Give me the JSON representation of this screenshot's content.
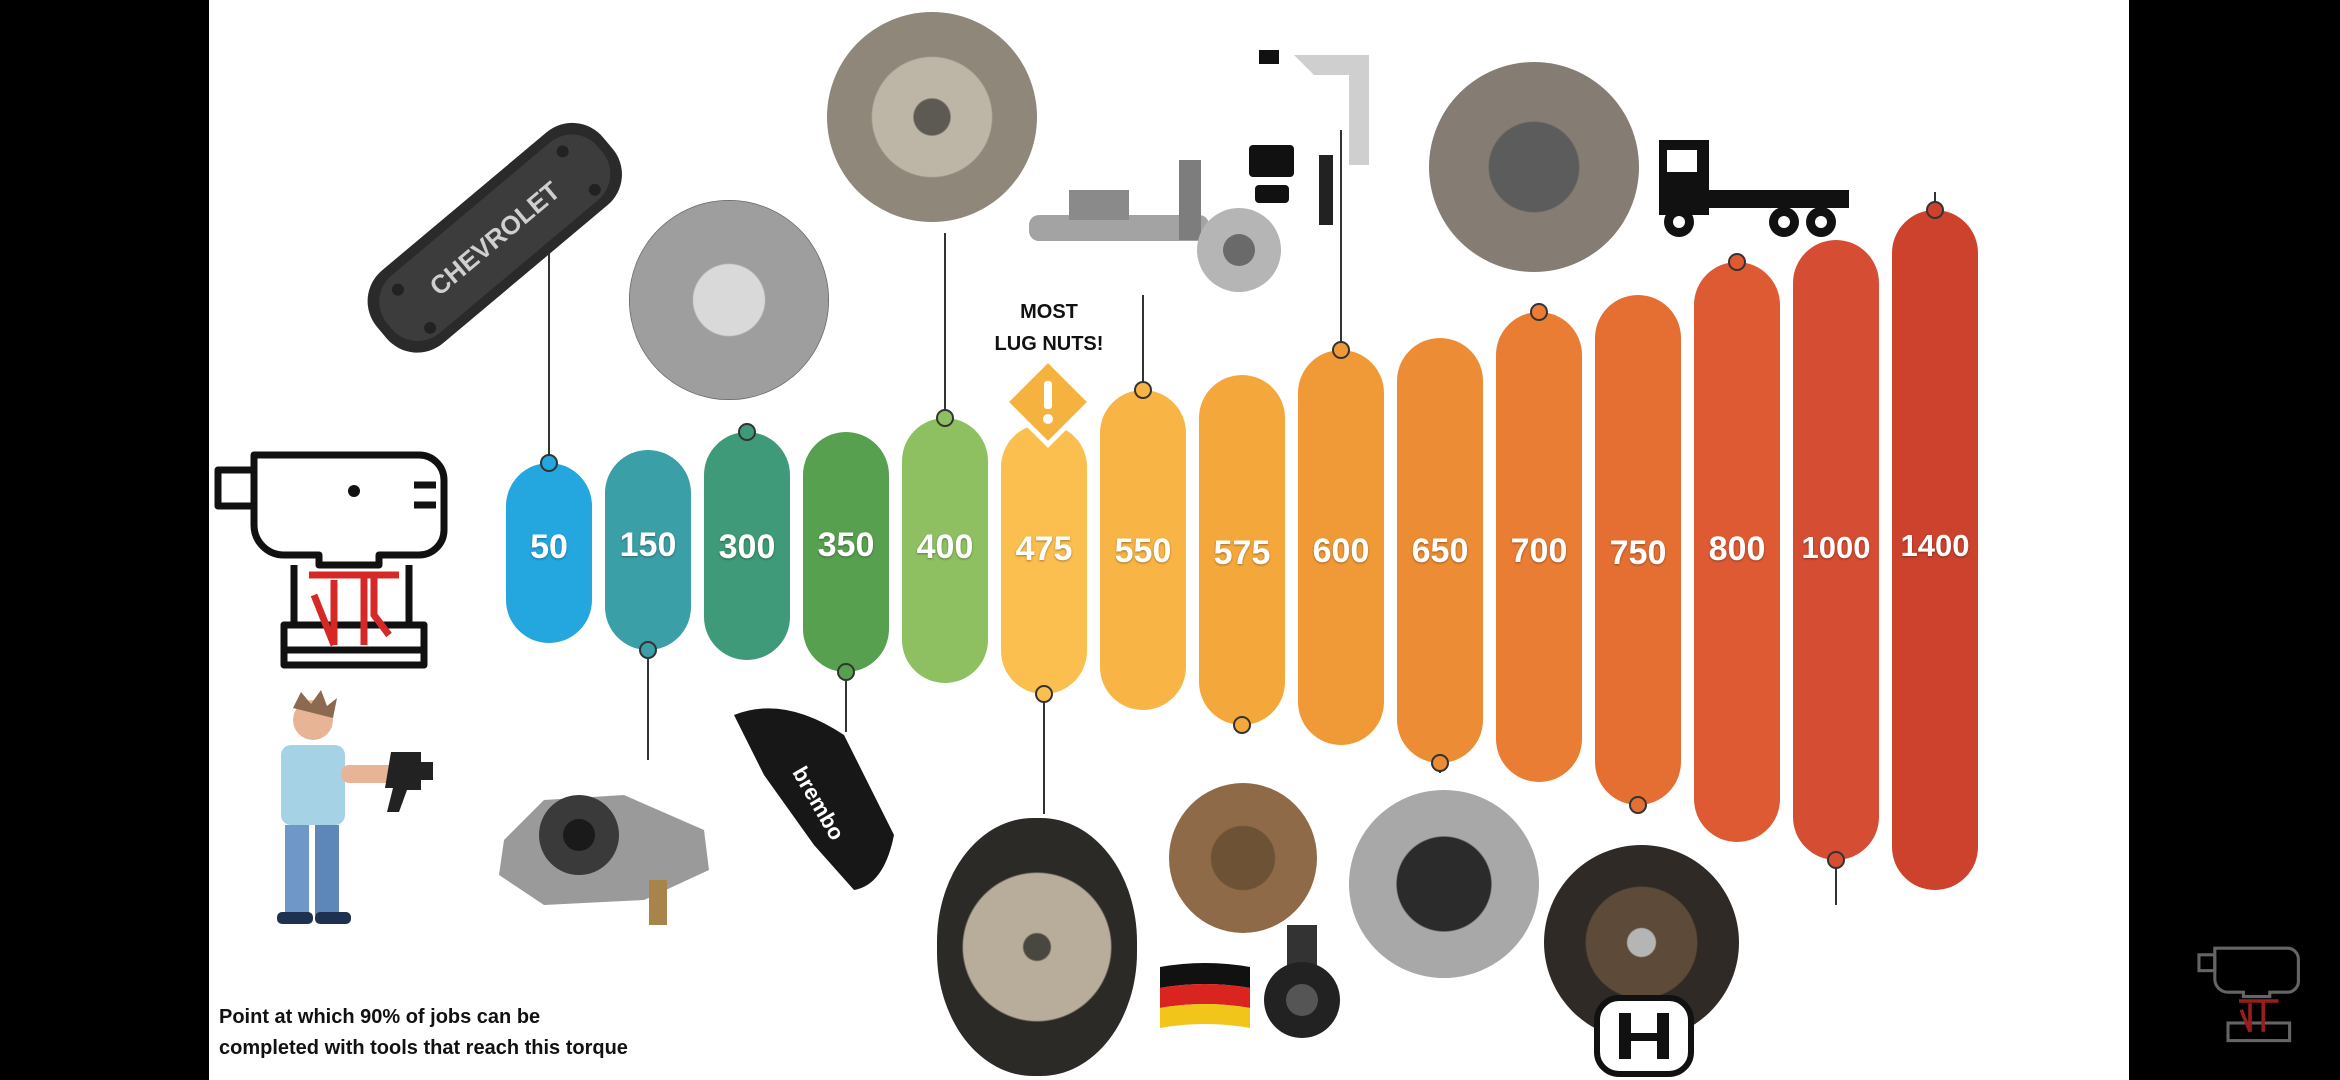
{
  "title": "",
  "warning_note": {
    "line1": "MOST",
    "line2": "LUG NUTS!"
  },
  "caption": {
    "line1": "Point at which 90% of jobs can be",
    "line2": "completed with tools that reach this torque"
  },
  "bars": [
    {
      "value": "50",
      "color": "#24a6df"
    },
    {
      "value": "150",
      "color": "#3a9fa6"
    },
    {
      "value": "300",
      "color": "#3f9a79"
    },
    {
      "value": "350",
      "color": "#57a04f"
    },
    {
      "value": "400",
      "color": "#8ec062"
    },
    {
      "value": "475",
      "color": "#fbbf4f"
    },
    {
      "value": "550",
      "color": "#f8b444"
    },
    {
      "value": "575",
      "color": "#f4a83c"
    },
    {
      "value": "600",
      "color": "#f09a37"
    },
    {
      "value": "650",
      "color": "#ec8c34"
    },
    {
      "value": "700",
      "color": "#e97d33"
    },
    {
      "value": "750",
      "color": "#e56f33"
    },
    {
      "value": "800",
      "color": "#de5a33"
    },
    {
      "value": "1000",
      "color": "#d54d32"
    },
    {
      "value": "1400",
      "color": "#cc422d"
    }
  ],
  "icons": {
    "impact_wrench": "impact-wrench-icon",
    "mechanic": "mechanic-holding-wrench-icon",
    "warning": "warning-diamond-icon",
    "truck": "semi-truck-icon",
    "german_flag": "german-flag-icon",
    "honda": "honda-logo-icon",
    "brand_logo": "brand-logo-icon"
  },
  "images": {
    "valve_cover_text": "CHEVROLET",
    "caliper_text": "brembo"
  }
}
